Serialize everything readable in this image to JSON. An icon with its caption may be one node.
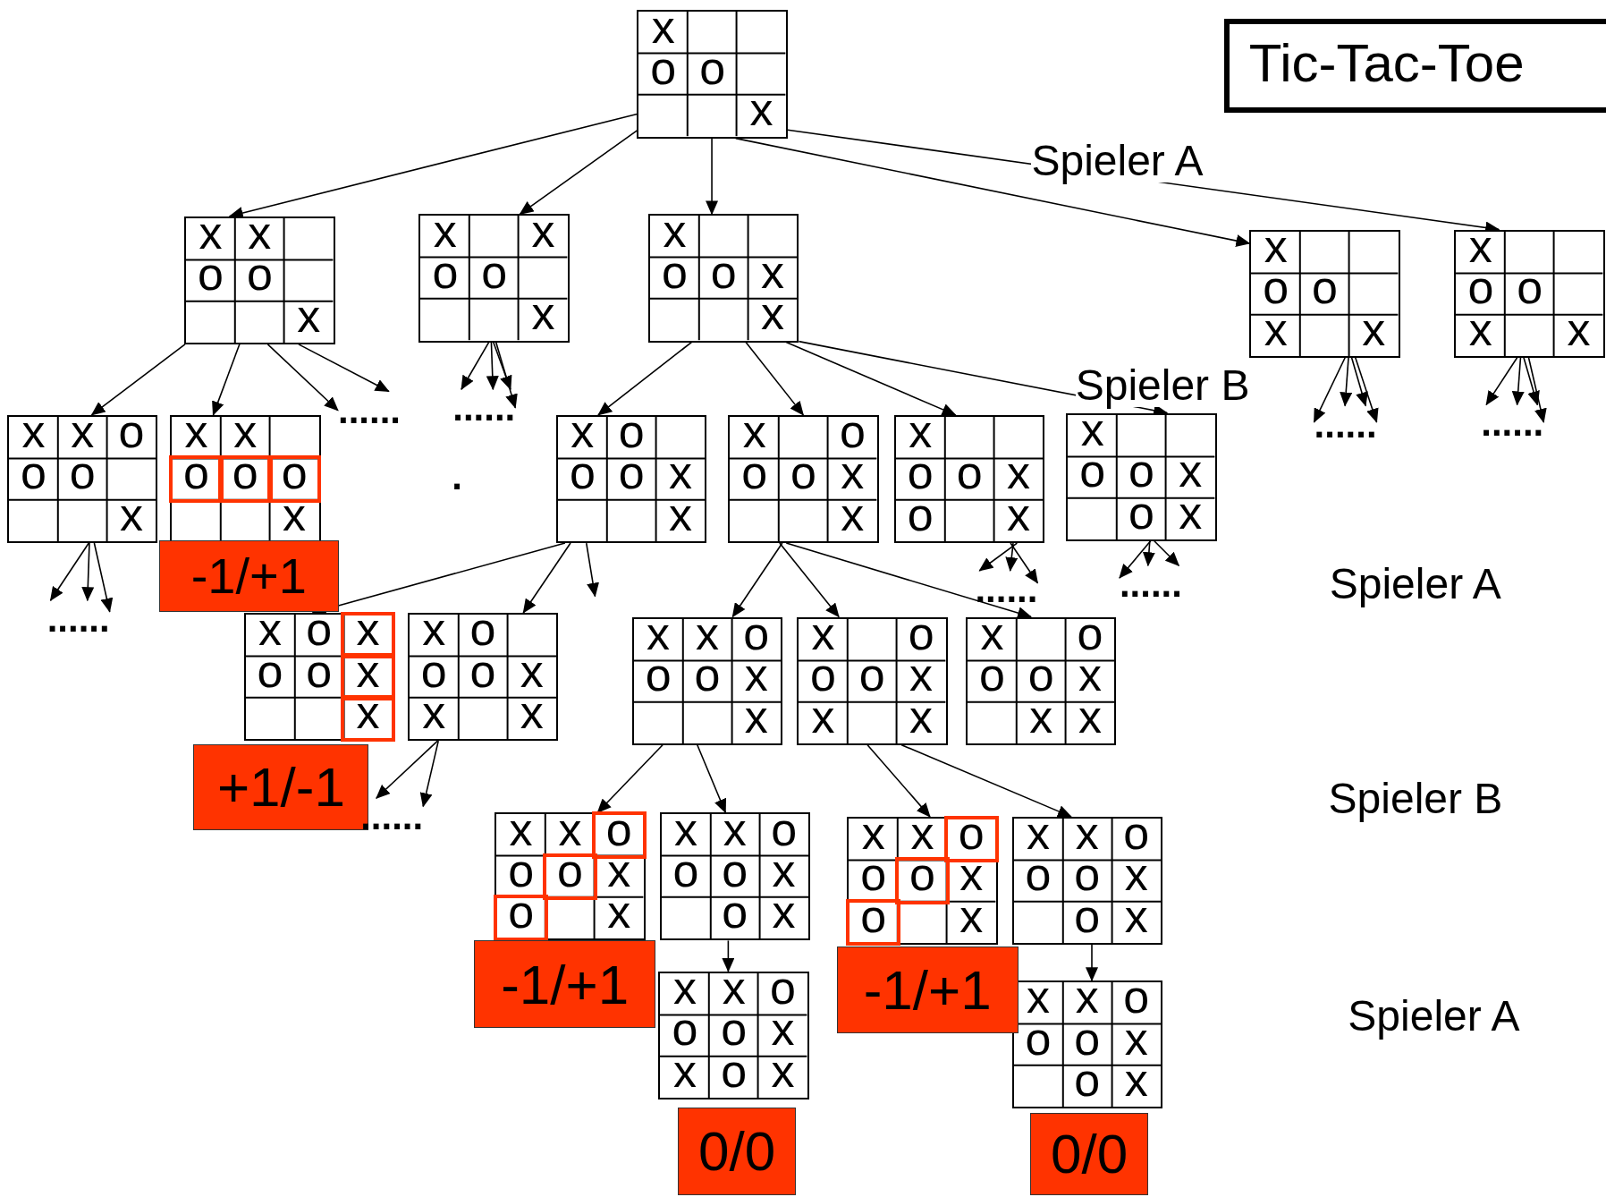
{
  "diagram": {
    "title": "Tic-Tac-Toe",
    "nodes": [
      {
        "text": [
          "x",
          "o",
          "o",
          "x"
        ]
      },
      {
        "text": [
          "x",
          "x",
          "o",
          "o",
          "x"
        ]
      },
      {
        "text": [
          "x",
          "x",
          "o",
          "o",
          "x"
        ]
      },
      {
        "text": [
          "x",
          "o",
          "o",
          "x",
          "x"
        ]
      },
      {
        "text": [
          "x",
          "o",
          "o",
          "x",
          "x"
        ]
      },
      {
        "text": [
          "x",
          "o",
          "o",
          "x",
          "x"
        ]
      },
      {
        "text": [
          "x",
          "x",
          "o",
          "o",
          "o",
          "x"
        ]
      },
      {
        "text": [
          "x",
          "x",
          "o",
          "o",
          "o",
          "x"
        ]
      },
      {
        "text": [
          "x",
          "o",
          "o",
          "o",
          "x",
          "x"
        ]
      },
      {
        "text": [
          "x",
          "o",
          "o",
          "o",
          "x",
          "x"
        ]
      },
      {
        "text": [
          "x",
          "o",
          "o",
          "x",
          "o",
          "x"
        ]
      },
      {
        "text": [
          "x",
          "o",
          "o",
          "x",
          "o",
          "x"
        ]
      },
      {
        "text": [
          "x",
          "o",
          "x",
          "o",
          "o",
          "x",
          "x"
        ]
      },
      {
        "text": [
          "x",
          "o",
          "o",
          "o",
          "x",
          "x",
          "x"
        ]
      },
      {
        "text": [
          "x",
          "x",
          "o",
          "o",
          "o",
          "x",
          "x"
        ]
      },
      {
        "text": [
          "x",
          "o",
          "o",
          "o",
          "x",
          "x",
          "x"
        ]
      },
      {
        "text": [
          "x",
          "o",
          "o",
          "o",
          "x",
          "x",
          "x"
        ]
      },
      {
        "text": [
          "x",
          "x",
          "o",
          "o",
          "o",
          "x",
          "o",
          "x"
        ]
      },
      {
        "text": [
          "x",
          "x",
          "o",
          "o",
          "o",
          "x",
          "o",
          "x"
        ]
      },
      {
        "text": [
          "x",
          "x",
          "o",
          "o",
          "o",
          "x",
          "o",
          "x"
        ]
      },
      {
        "text": [
          "x",
          "x",
          "o",
          "o",
          "o",
          "x",
          "o",
          "x"
        ]
      },
      {
        "text": [
          "x",
          "x",
          "o",
          "o",
          "o",
          "x",
          "x",
          "o",
          "x"
        ]
      },
      {
        "text": [
          "x",
          "x",
          "o",
          "o",
          "o",
          "x",
          "o",
          "x"
        ]
      },
      {
        "text": [
          "-1/+1"
        ]
      },
      {
        "text": [
          "+1/-1"
        ]
      },
      {
        "text": [
          "-1/+1"
        ]
      },
      {
        "text": [
          "-1/+1"
        ]
      },
      {
        "text": [
          "0/0"
        ]
      },
      {
        "text": [
          "0/0"
        ]
      },
      {
        "text": [
          "......"
        ]
      },
      {
        "text": [
          "......"
        ]
      },
      {
        "text": [
          "......"
        ]
      },
      {
        "text": [
          "......"
        ]
      },
      {
        "text": [
          "......"
        ]
      },
      {
        "text": [
          "......"
        ]
      },
      {
        "text": [
          "......"
        ]
      },
      {
        "text": [
          "......"
        ]
      }
    ],
    "edges": [
      {
        "from": 0,
        "to": 1,
        "arrow": "to"
      },
      {
        "from": 0,
        "to": 2,
        "arrow": "to"
      },
      {
        "from": 0,
        "to": 3,
        "arrow": "to"
      },
      {
        "from": 0,
        "to": 4,
        "arrow": "to"
      },
      {
        "from": 0,
        "to": 5,
        "arrow": "to"
      },
      {
        "from": 1,
        "to": 6,
        "arrow": "to"
      },
      {
        "from": 1,
        "to": 7,
        "arrow": "to"
      },
      {
        "from": 1,
        "to": 29,
        "arrow": "to"
      },
      {
        "from": 1,
        "to": 29,
        "arrow": "to"
      },
      {
        "from": 2,
        "to": 30,
        "arrow": "to"
      },
      {
        "from": 2,
        "to": 30,
        "arrow": "to"
      },
      {
        "from": 2,
        "to": 30,
        "arrow": "to"
      },
      {
        "from": 2,
        "to": 30,
        "arrow": "to"
      },
      {
        "from": 3,
        "to": 8,
        "arrow": "to"
      },
      {
        "from": 3,
        "to": 9,
        "arrow": "to"
      },
      {
        "from": 3,
        "to": 10,
        "arrow": "to"
      },
      {
        "from": 3,
        "to": 11,
        "arrow": "to"
      },
      {
        "from": 4,
        "to": 31,
        "arrow": "to"
      },
      {
        "from": 4,
        "to": 31,
        "arrow": "to"
      },
      {
        "from": 4,
        "to": 31,
        "arrow": "to"
      },
      {
        "from": 4,
        "to": 31,
        "arrow": "to"
      },
      {
        "from": 5,
        "to": 32,
        "arrow": "to"
      },
      {
        "from": 5,
        "to": 32,
        "arrow": "to"
      },
      {
        "from": 5,
        "to": 32,
        "arrow": "to"
      },
      {
        "from": 5,
        "to": 32,
        "arrow": "to"
      },
      {
        "from": 6,
        "to": 35,
        "arrow": "to"
      },
      {
        "from": 6,
        "to": 35,
        "arrow": "to"
      },
      {
        "from": 6,
        "to": 35,
        "arrow": "to"
      },
      {
        "from": 8,
        "to": 12,
        "arrow": "to"
      },
      {
        "from": 8,
        "to": 13,
        "arrow": "to"
      },
      {
        "from": 8,
        "to": null,
        "arrow": "to"
      },
      {
        "from": 9,
        "to": 14,
        "arrow": "to"
      },
      {
        "from": 9,
        "to": 15,
        "arrow": "to"
      },
      {
        "from": 9,
        "to": 16,
        "arrow": "to"
      },
      {
        "from": 10,
        "to": 34,
        "arrow": "to"
      },
      {
        "from": 10,
        "to": 34,
        "arrow": "to"
      },
      {
        "from": 10,
        "to": 34,
        "arrow": "to"
      },
      {
        "from": 11,
        "to": 33,
        "arrow": "to"
      },
      {
        "from": 11,
        "to": 33,
        "arrow": "to"
      },
      {
        "from": 11,
        "to": 33,
        "arrow": "to"
      },
      {
        "from": 13,
        "to": 36,
        "arrow": "to"
      },
      {
        "from": 13,
        "to": 36,
        "arrow": "to"
      },
      {
        "from": 14,
        "to": 17,
        "arrow": "to"
      },
      {
        "from": 14,
        "to": 18,
        "arrow": "to"
      },
      {
        "from": 15,
        "to": 19,
        "arrow": "to"
      },
      {
        "from": 15,
        "to": 20,
        "arrow": "to"
      },
      {
        "from": 18,
        "to": 21,
        "arrow": "to"
      },
      {
        "from": 20,
        "to": 22,
        "arrow": "to"
      }
    ],
    "labels": [
      "Spieler A",
      "Spieler B",
      ".",
      "Spieler A",
      "Spieler B",
      "Spieler A"
    ]
  }
}
